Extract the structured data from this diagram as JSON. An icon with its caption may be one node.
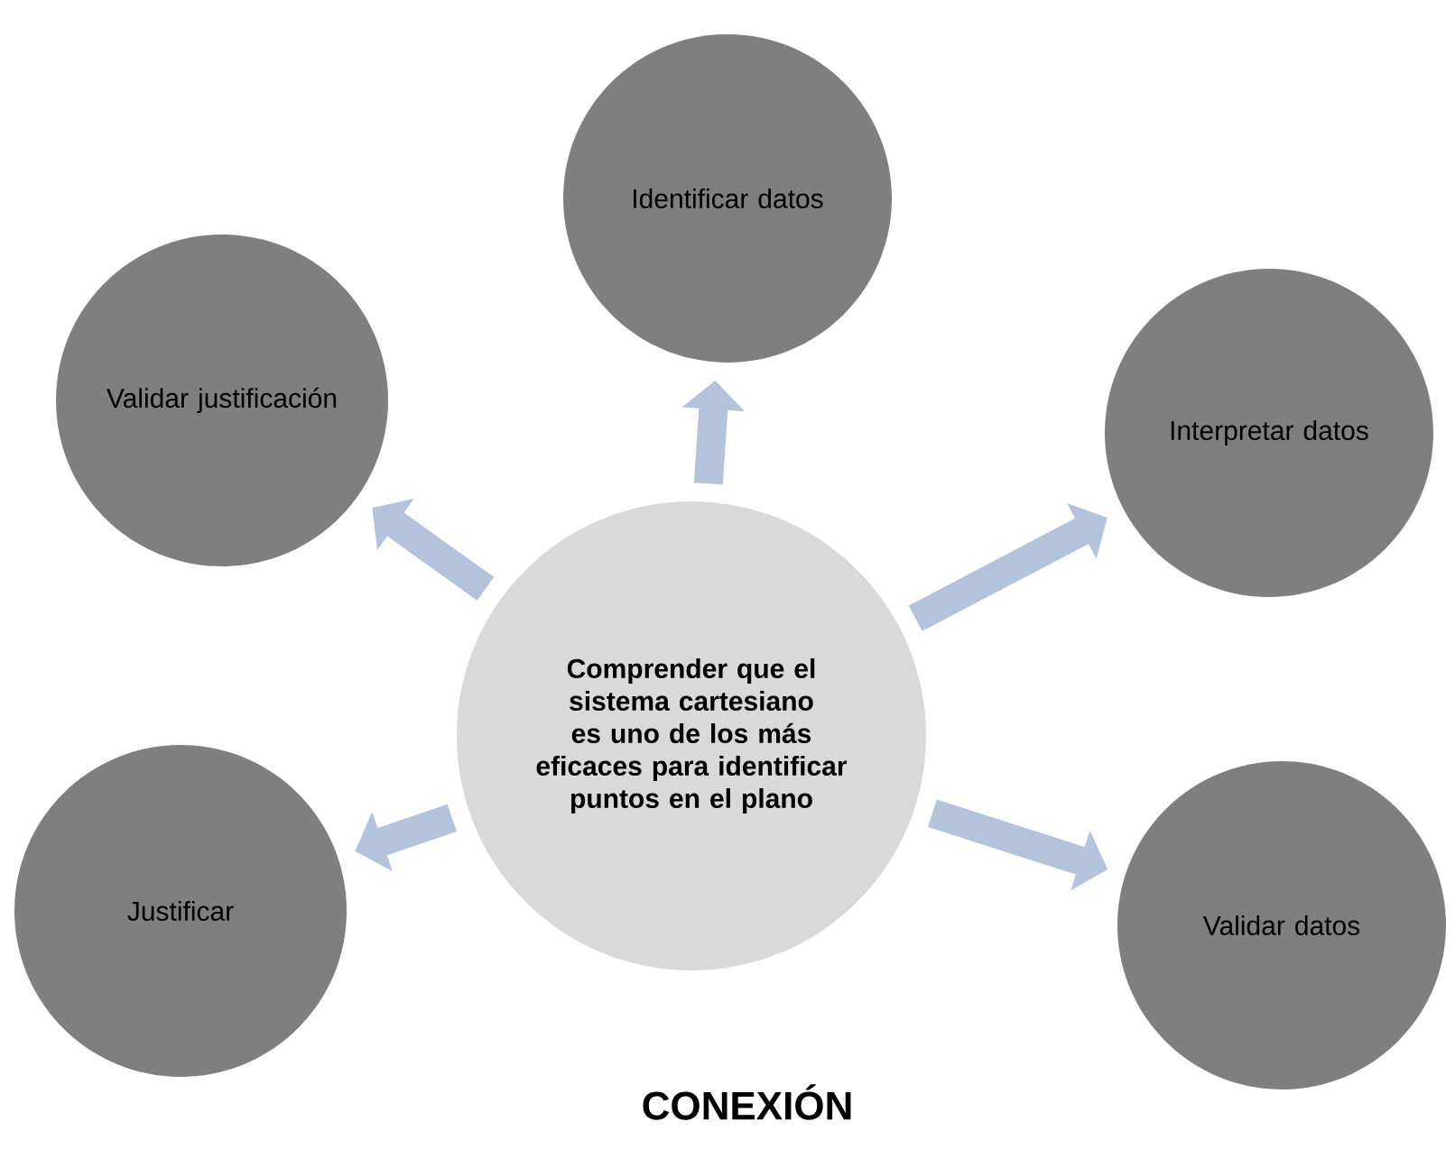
{
  "diagram": {
    "title": "CONEXIÓN",
    "nodes": [
      {
        "text": [
          "Identificar datos"
        ]
      },
      {
        "text": [
          "Validar justificación"
        ]
      },
      {
        "text": [
          "Interpretar datos"
        ]
      },
      {
        "text": [
          "Comprender que el sistema cartesiano es uno de los más eficaces para identificar puntos en el plano"
        ]
      },
      {
        "text": [
          "Justificar"
        ]
      },
      {
        "text": [
          "Validar datos"
        ]
      }
    ],
    "edges": [
      {
        "from": 3,
        "to": 0,
        "arrow": "to"
      },
      {
        "from": 3,
        "to": 1,
        "arrow": "to"
      },
      {
        "from": 3,
        "to": 2,
        "arrow": "to"
      },
      {
        "from": 3,
        "to": 4,
        "arrow": "to"
      },
      {
        "from": 3,
        "to": 5,
        "arrow": "to"
      }
    ]
  }
}
